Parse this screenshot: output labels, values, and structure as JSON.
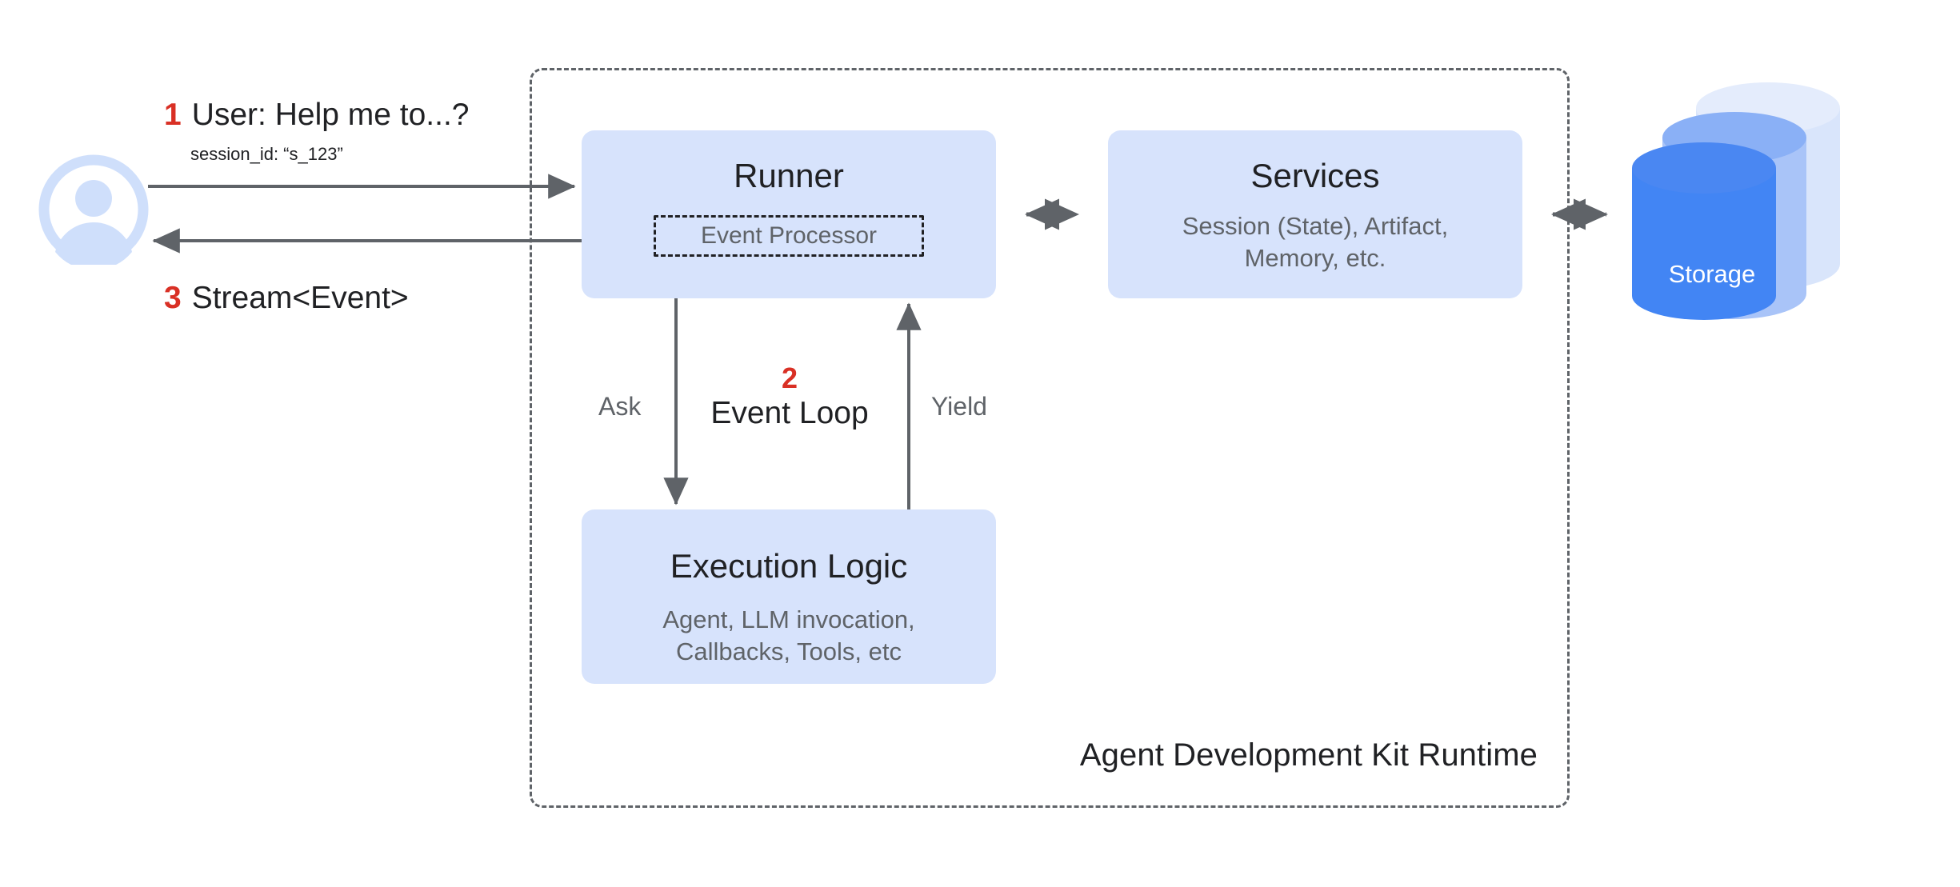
{
  "diagram": {
    "title": "Agent Development Kit Runtime",
    "runtime_boundary_label": "Agent Development Kit Runtime"
  },
  "colors": {
    "node_fill": "#d7e3fc",
    "accent_red": "#d93025",
    "text_primary": "#202124",
    "text_secondary": "#5f6368",
    "storage_front": "#4285f4",
    "storage_mid": "#8ab0f6",
    "storage_back": "#d9e5fb",
    "avatar_blue": "#cfdffb",
    "edge_gray": "#5f6368"
  },
  "user": {
    "avatar_icon": "user-avatar-icon",
    "request": {
      "step": "1",
      "text": "User: Help me to...?",
      "detail": "session_id: “s_123”"
    },
    "response": {
      "step": "3",
      "text": "Stream<Event>"
    }
  },
  "nodes": {
    "runner": {
      "title": "Runner",
      "inner_box_label": "Event Processor"
    },
    "services": {
      "title": "Services",
      "subtitle": "Session (State), Artifact,\nMemory, etc."
    },
    "execution_logic": {
      "title": "Execution Logic",
      "subtitle": "Agent, LLM invocation,\nCallbacks, Tools, etc"
    },
    "storage": {
      "label": "Storage"
    }
  },
  "edges": {
    "ask": "Ask",
    "yield": "Yield",
    "event_loop": {
      "step": "2",
      "label": "Event Loop"
    }
  }
}
